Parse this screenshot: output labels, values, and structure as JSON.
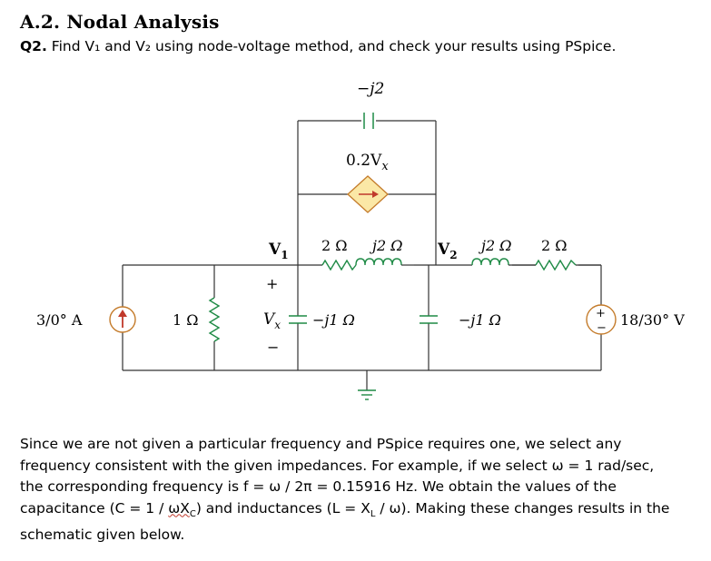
{
  "heading": "A.2. Nodal Analysis",
  "question": {
    "number": "Q2.",
    "text": " Find V₁ and V₂ using node-voltage method, and check your results using PSpice."
  },
  "circuit": {
    "top_capacitor": "−j2",
    "dependent_source": "0.2V",
    "dependent_source_sub": "x",
    "node_v1": "V",
    "node_v1_sub": "1",
    "node_v2": "V",
    "node_v2_sub": "2",
    "r_2ohm_left": "2 Ω",
    "l_j2_left": "j2 Ω",
    "l_j2_right": "j2 Ω",
    "r_2ohm_right": "2 Ω",
    "current_source": "3/0° A",
    "r_1ohm": "1 Ω",
    "vx_label": "V",
    "vx_sub": "x",
    "vx_plus": "+",
    "vx_minus": "−",
    "c_left": "−j1 Ω",
    "c_right": "−j1 Ω",
    "voltage_source": "18/30° V",
    "vs_plus": "+",
    "vs_minus": "−"
  },
  "body": {
    "line1": "Since we are not given a particular frequency and PSpice requires one, we select any",
    "line2": "frequency consistent with the given impedances. For example, if we select ω = 1 rad/sec,",
    "line3": "the corresponding frequency is f = ω / 2π = 0.15916 Hz. We obtain the values of the",
    "line4a": "capacitance (C = 1 / ",
    "line4b": "ωX",
    "line4c": "C",
    "line4d": ") and inductances (L = X",
    "line4e": "L",
    "line4f": " / ω). Making these changes results in the",
    "line5": "schematic given below."
  }
}
